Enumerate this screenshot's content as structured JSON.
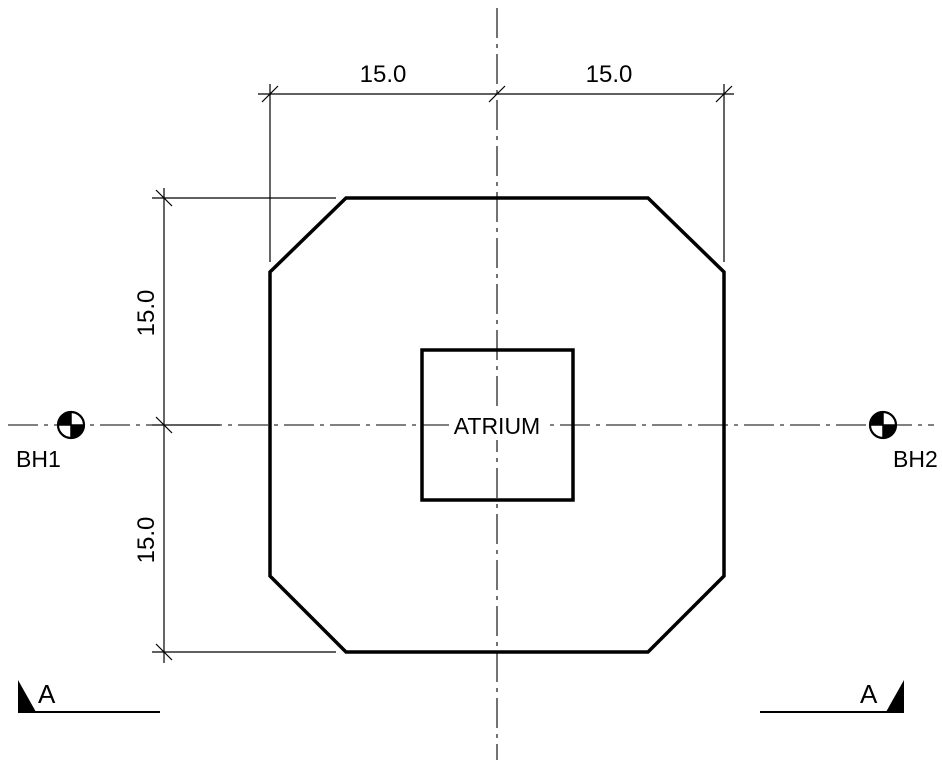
{
  "dimensions": {
    "top_left": "15.0",
    "top_right": "15.0",
    "left_upper": "15.0",
    "left_lower": "15.0"
  },
  "labels": {
    "atrium": "ATRIUM",
    "borehole_left": "BH1",
    "borehole_right": "BH2",
    "section_left": "A",
    "section_right": "A"
  },
  "colors": {
    "ink": "#000000",
    "background": "#ffffff"
  }
}
